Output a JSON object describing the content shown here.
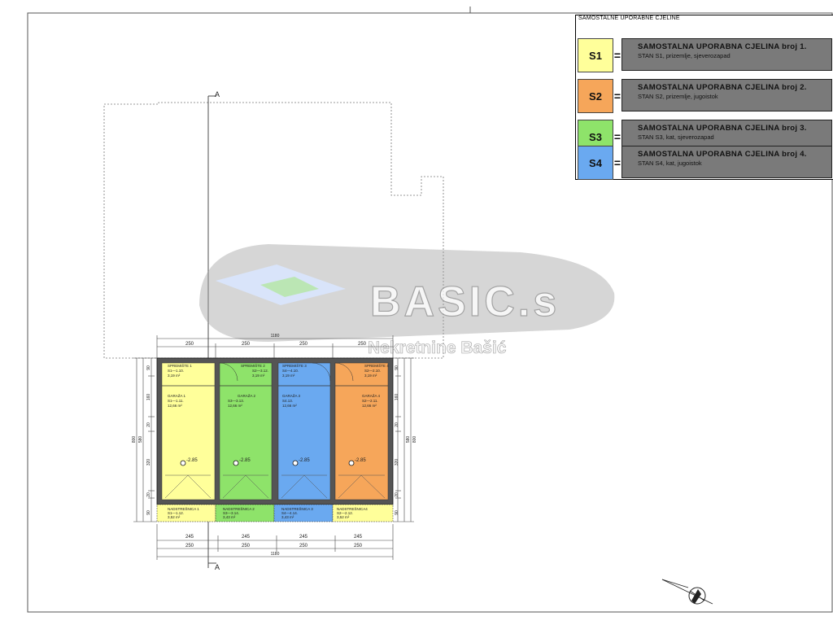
{
  "legend": {
    "title": "SAMOSTALNE UPORABNE CJELINE",
    "items": [
      {
        "code": "S1",
        "eq": "=",
        "main": "SAMOSTALNA UPORABNA CJELINA  broj  1.",
        "sub": "STAN S1, prizemlje, sjeverozapad",
        "color": "#ffff9a"
      },
      {
        "code": "S2",
        "eq": "=",
        "main": "SAMOSTALNA UPORABNA CJELINA  broj  2.",
        "sub": "STAN S2, prizemlje, jugoistok",
        "color": "#f6a65a"
      },
      {
        "code": "S3",
        "eq": "=",
        "main": "SAMOSTALNA UPORABNA CJELINA  broj  3.",
        "sub": "STAN S3, kat, sjeverozapad",
        "color": "#8ee36a"
      },
      {
        "code": "S4",
        "eq": "=",
        "main": "SAMOSTALNA UPORABNA CJELINA  broj  4.",
        "sub": "STAN S4, kat, jugoistok",
        "color": "#6aa9f0"
      }
    ]
  },
  "section_marks": [
    "A",
    "A"
  ],
  "watermark": {
    "logo": "BASIC.s",
    "text": "Nekretnine Bašić"
  },
  "units": [
    {
      "color": "#ffff9a",
      "storage": [
        "SPREMIŠTE 1",
        "S1—1.10.",
        "3,19 m²"
      ],
      "garage": [
        "GARAŽA 1",
        "S1—1.11.",
        "12,66 m²"
      ],
      "canopy": [
        "NADSTREŠNICA 1",
        "S1—1.12.",
        "3,52 m²"
      ],
      "level": "-2.85"
    },
    {
      "color": "#8ee36a",
      "storage": [
        "SPREMIŠTE 2",
        "S2—3.12.",
        "3,19 m²"
      ],
      "garage": [
        "GARAŽA 2",
        "S3—3.13.",
        "12,66 m²"
      ],
      "canopy": [
        "NADSTREŠNICA 2",
        "S3—3.14.",
        "3,43 m²"
      ],
      "level": "-2.85"
    },
    {
      "color": "#6aa9f0",
      "storage": [
        "SPREMIŠTE 3",
        "S4—4.10.",
        "3,19 m²"
      ],
      "garage": [
        "GARAŽA 3",
        "S4.13.",
        "12,66 m²"
      ],
      "canopy": [
        "NADSTREŠNICA 3",
        "S4—4.14.",
        "3,43 m²"
      ],
      "level": "-2.85"
    },
    {
      "color": "#f6a65a",
      "storage": [
        "SPREMIŠTE 4",
        "S2—2.10.",
        "3,19 m²"
      ],
      "garage": [
        "GARAŽA 4",
        "S2—2.11.",
        "12,66 m²"
      ],
      "canopy": [
        "NADSTREŠNICA4",
        "S2—2.12.",
        "3,52 m²"
      ],
      "level": "-2.85"
    }
  ],
  "dimensions": {
    "top_total": "1180",
    "top_segments": [
      "250",
      "250",
      "250",
      "250"
    ],
    "bottom_inner": [
      "245",
      "245",
      "245",
      "245"
    ],
    "bottom_segments": [
      "250",
      "250",
      "250",
      "250"
    ],
    "bottom_total": "1180",
    "left_total": "800",
    "left_sub": "580",
    "right_total": "800",
    "right_sub": "580",
    "side_parts": [
      "90",
      "160",
      "20",
      "320",
      "20",
      "90"
    ]
  }
}
